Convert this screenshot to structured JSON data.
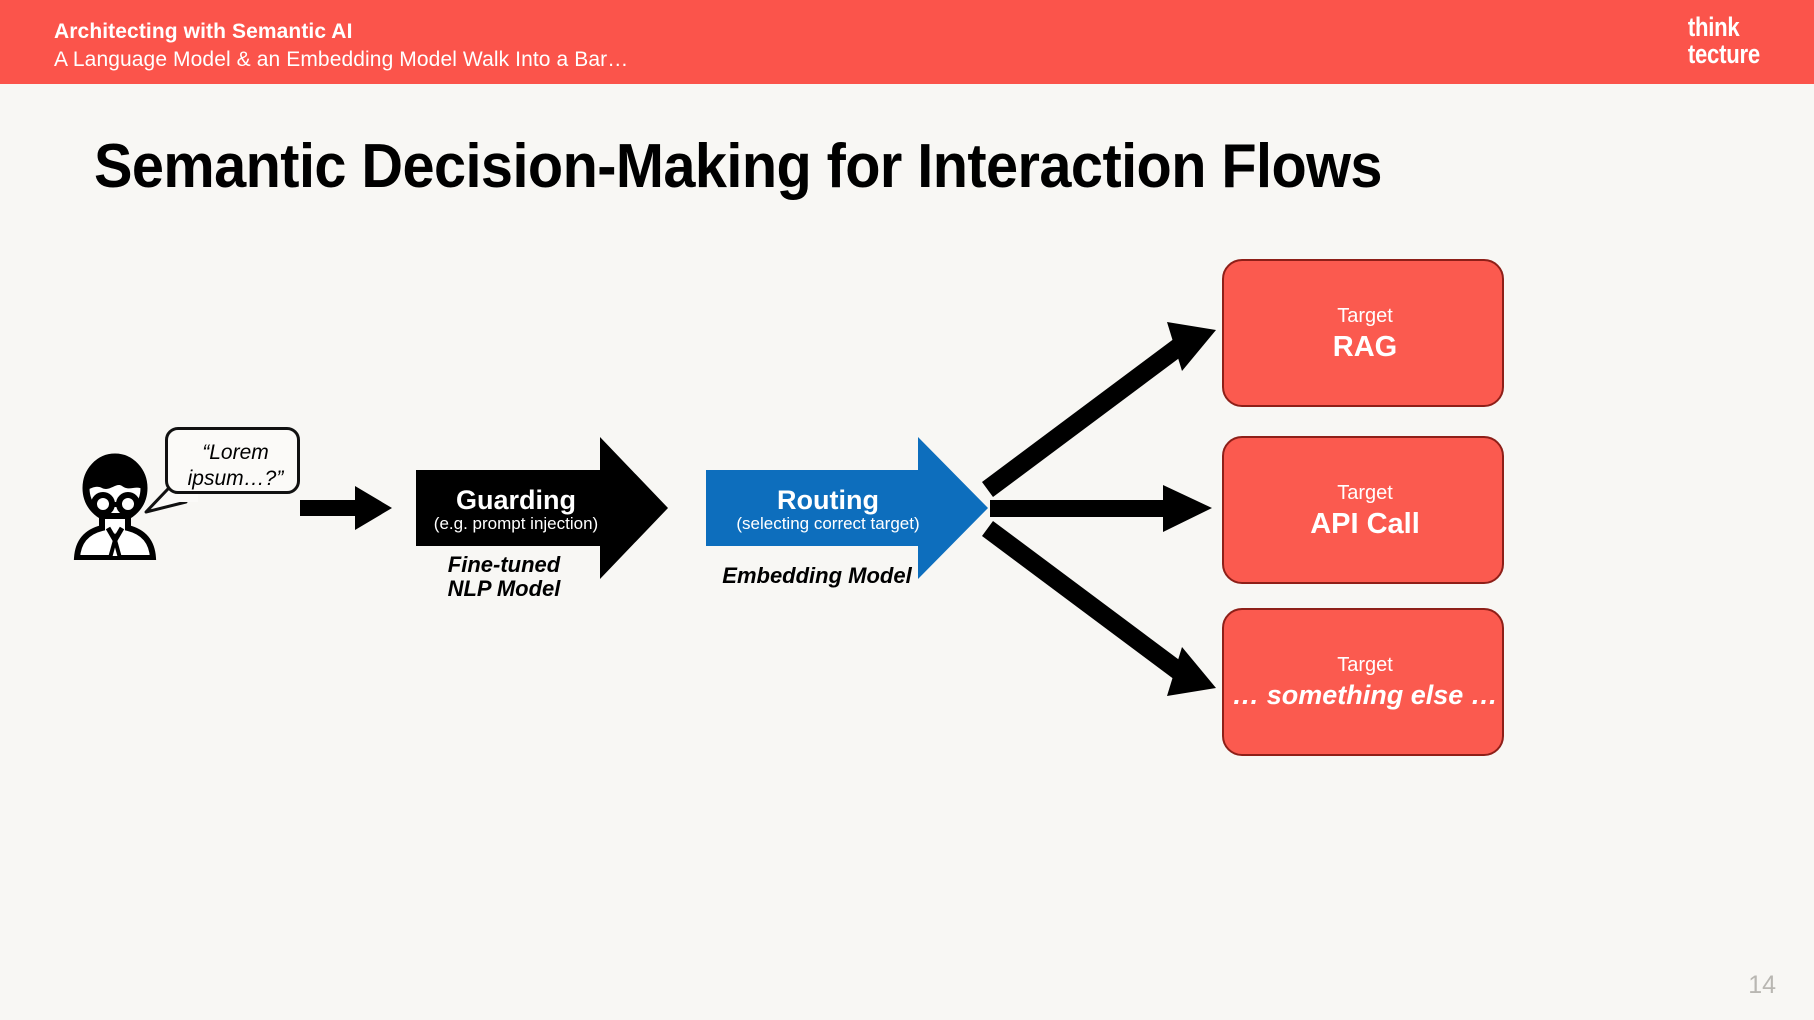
{
  "header": {
    "title": "Architecting with Semantic AI",
    "subtitle": "A Language Model & an Embedding Model Walk Into a Bar…",
    "logo_line1": "think",
    "logo_line2": "tecture",
    "background_color": "#FB544B"
  },
  "slide": {
    "title": "Semantic Decision-Making for Interaction Flows",
    "page_number": "14",
    "background_color": "#F8F7F4"
  },
  "diagram": {
    "user": {
      "icon": "person-with-glasses-icon",
      "speech_bubble": "“Lorem ipsum…?”"
    },
    "stages": [
      {
        "id": "guarding",
        "title": "Guarding",
        "subtitle": "(e.g. prompt injection)",
        "caption_line1": "Fine-tuned",
        "caption_line2": "NLP Model",
        "color": "#000000"
      },
      {
        "id": "routing",
        "title": "Routing",
        "subtitle": "(selecting correct target)",
        "caption_line1": "Embedding Model",
        "caption_line2": "",
        "color": "#0D6EBD"
      }
    ],
    "targets": [
      {
        "label_small": "Target",
        "label_big": "RAG",
        "italic": false
      },
      {
        "label_small": "Target",
        "label_big": "API Call",
        "italic": false
      },
      {
        "label_small": "Target",
        "label_big": "… something else …",
        "italic": true
      }
    ],
    "target_color": "#FB5A4F",
    "target_border_color": "#8E1F18"
  }
}
